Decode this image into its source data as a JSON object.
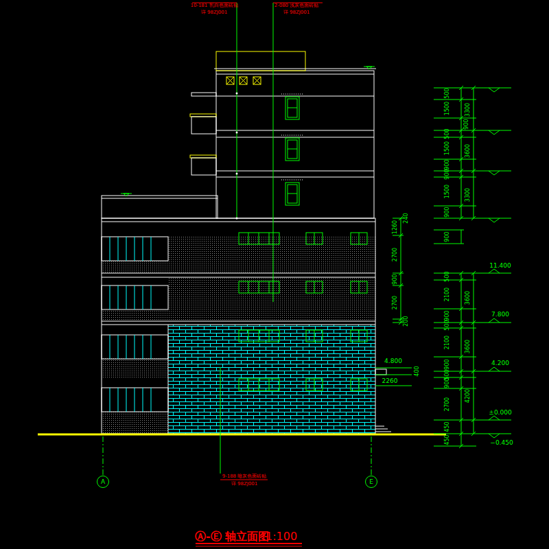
{
  "diagram": {
    "title": "Ⓐ-Ⓔ 轴立面图",
    "nodes": [
      {
        "text": [
          "A"
        ]
      },
      {
        "text": [
          "E"
        ]
      }
    ],
    "labels": [
      "10-181 乳白色面砖贴",
      "详 98ZJ001",
      "2-080 浅灰色面砖贴",
      "详 98ZJ001",
      "9-188 暗灰色面砖贴",
      "详 98ZJ001",
      "500",
      "1500",
      "500",
      "1500",
      "900",
      "900",
      "1500",
      "900",
      "3300",
      "900",
      "3600",
      "3300",
      "900",
      "500",
      "2100",
      "900",
      "500",
      "2100",
      "900",
      "500",
      "900",
      "2700",
      "450",
      "450",
      "3600",
      "3600",
      "4200",
      "11.400",
      "7.800",
      "4.200",
      "±0.000",
      "−0.450",
      "240",
      "1260",
      "2700",
      "900",
      "2700",
      "200",
      "4.800",
      "400",
      "2260",
      "1:100"
    ]
  }
}
